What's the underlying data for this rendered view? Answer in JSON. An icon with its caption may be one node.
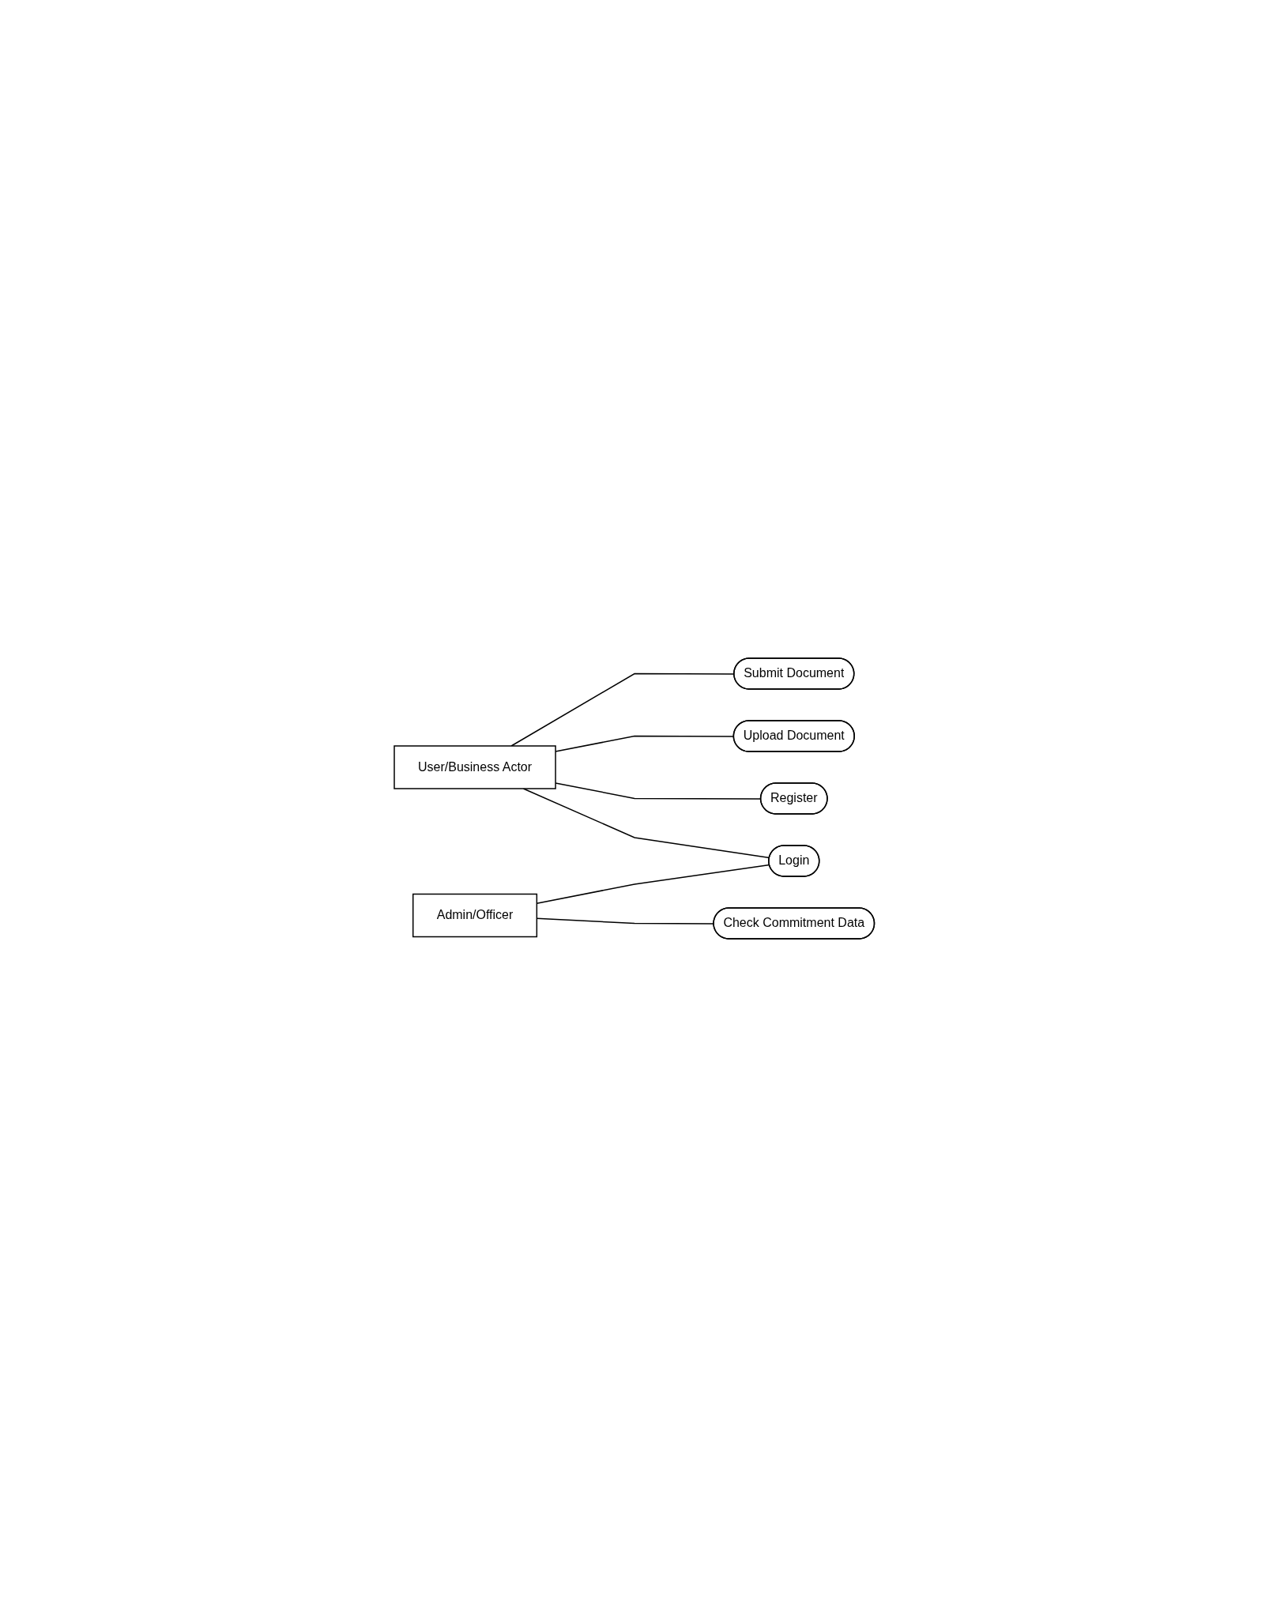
{
  "diagram": {
    "nodes": [
      {
        "text": [
          "User/Business Actor"
        ]
      },
      {
        "text": [
          "Submit Document"
        ]
      },
      {
        "text": [
          "Upload Document"
        ]
      },
      {
        "text": [
          "Register"
        ]
      },
      {
        "text": [
          "Login"
        ]
      },
      {
        "text": [
          "Admin/Officer"
        ]
      },
      {
        "text": [
          "Check Commitment Data"
        ]
      }
    ],
    "edges": [
      {
        "from": 0,
        "to": 1,
        "arrow": "none"
      },
      {
        "from": 0,
        "to": 2,
        "arrow": "none"
      },
      {
        "from": 0,
        "to": 3,
        "arrow": "none"
      },
      {
        "from": 0,
        "to": 4,
        "arrow": "none"
      },
      {
        "from": 5,
        "to": 4,
        "arrow": "none"
      },
      {
        "from": 5,
        "to": 6,
        "arrow": "none"
      }
    ]
  }
}
